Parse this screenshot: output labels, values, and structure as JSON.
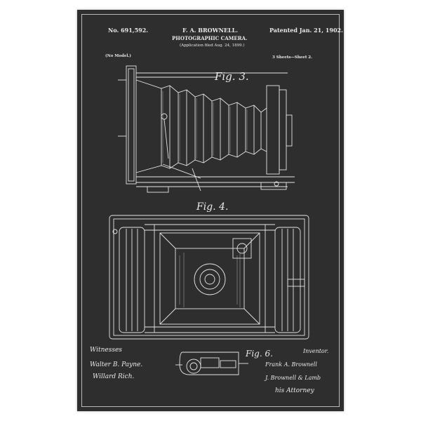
{
  "patent": {
    "number": "No. 691,592.",
    "date": "Patented Jan. 21, 1902.",
    "inventor_name": "F. A. BROWNELL.",
    "title": "PHOTOGRAPHIC CAMERA.",
    "application": "(Application filed Aug. 24, 1899.)",
    "model_note": "(No Model.)",
    "sheets": "3 Sheets—Sheet 2."
  },
  "figures": {
    "fig3": "Fig. 3.",
    "fig4": "Fig. 4.",
    "fig6": "Fig. 6."
  },
  "signatures": {
    "witnesses_label": "Witnesses",
    "witness1": "Walter B. Payne.",
    "witness2": "Willard Rich.",
    "inventor_label": "Inventor.",
    "inventor_sig": "Frank A. Brownell",
    "attorney_sig": "J. Brownell & Lamb",
    "attorney_label": "his Attorney"
  },
  "colors": {
    "background": "#2e2e2e",
    "ink": "#e9e9e9",
    "frame": "#b9b9b9"
  }
}
